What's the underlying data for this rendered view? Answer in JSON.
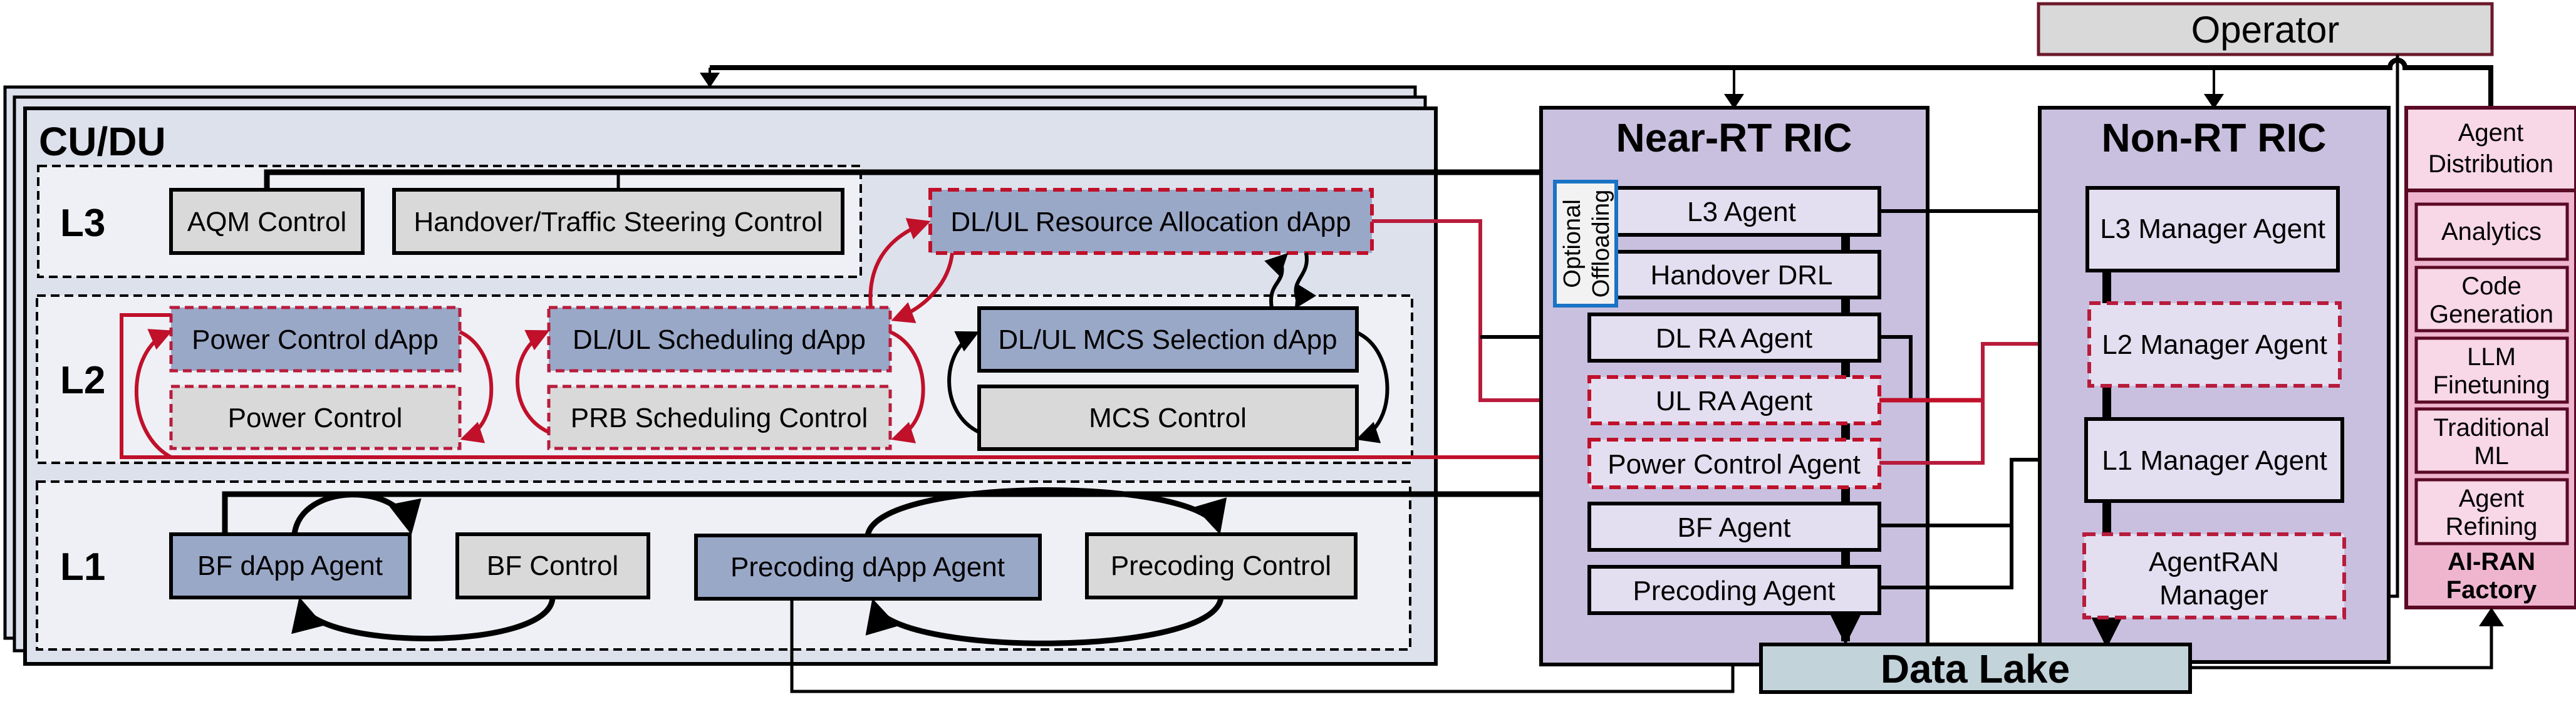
{
  "colors": {
    "cudu_bg": "#dde1ec",
    "layer_bg": "#eef0f5",
    "dapp_fill": "#9aa8c8",
    "control_fill": "#d9d9d9",
    "ric_bg": "#c9c0df",
    "agent_fill": "#e3dff0",
    "datalake_fill": "#c3d3da",
    "pink_light": "#f8d7e6",
    "pink_mid": "#efb5cf",
    "pink_border": "#5a0a24",
    "red_dashed": "#c0102a",
    "red_line": "#b81c3c",
    "offload_border": "#1a73c4",
    "operator_fill": "#d9d9d9",
    "operator_border": "#6a1a2a"
  },
  "operator": {
    "label": "Operator"
  },
  "cudu": {
    "title": "CU/DU",
    "layers": {
      "l3": {
        "label": "L3",
        "boxes": [
          "AQM Control",
          "Handover/Traffic Steering Control",
          "DL/UL Resource Allocation dApp"
        ]
      },
      "l2": {
        "label": "L2",
        "boxes": [
          "Power Control dApp",
          "Power Control",
          "DL/UL Scheduling dApp",
          "PRB Scheduling Control",
          "DL/UL MCS Selection dApp",
          "MCS Control"
        ]
      },
      "l1": {
        "label": "L1",
        "boxes": [
          "BF dApp Agent",
          "BF Control",
          "Precoding dApp Agent",
          "Precoding Control"
        ]
      }
    }
  },
  "near_rt": {
    "title": "Near-RT RIC",
    "offloading": [
      "Optional",
      "Offloading"
    ],
    "agents": [
      "L3 Agent",
      "Handover DRL",
      "DL RA Agent",
      "UL RA Agent",
      "Power Control Agent",
      "BF Agent",
      "Precoding Agent"
    ]
  },
  "non_rt": {
    "title": "Non-RT RIC",
    "agents": [
      "L3 Manager Agent",
      "L2 Manager Agent",
      "L1 Manager Agent"
    ],
    "agentran": [
      "AgentRAN",
      "Manager"
    ]
  },
  "factory": {
    "distribution": [
      "Agent",
      "Distribution"
    ],
    "items": [
      [
        "Analytics"
      ],
      [
        "Code",
        "Generation"
      ],
      [
        "LLM",
        "Finetuning"
      ],
      [
        "Traditional",
        "ML"
      ],
      [
        "Agent",
        "Refining"
      ]
    ],
    "title": [
      "AI-RAN",
      "Factory"
    ]
  },
  "data_lake": {
    "label": "Data Lake"
  }
}
